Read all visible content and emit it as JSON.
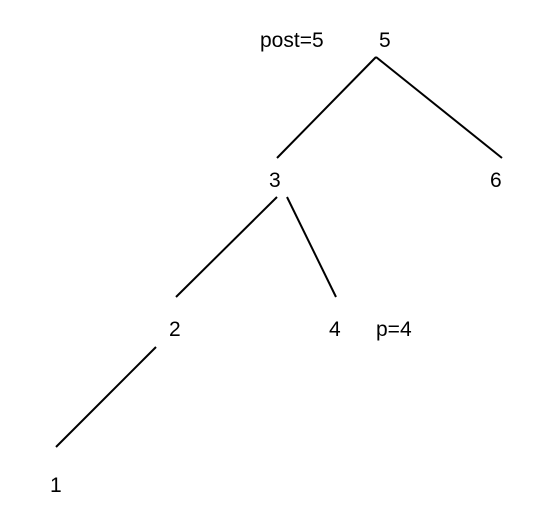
{
  "colors": {
    "background": "#ffffff",
    "ink": "#000000"
  },
  "nodes": [
    {
      "id": "n5",
      "label": "5"
    },
    {
      "id": "n3",
      "label": "3"
    },
    {
      "id": "n6",
      "label": "6"
    },
    {
      "id": "n2",
      "label": "2"
    },
    {
      "id": "n4",
      "label": "4"
    },
    {
      "id": "n1",
      "label": "1"
    }
  ],
  "edges": [
    {
      "from": "5",
      "to": "3"
    },
    {
      "from": "5",
      "to": "6"
    },
    {
      "from": "3",
      "to": "2"
    },
    {
      "from": "3",
      "to": "4"
    },
    {
      "from": "2",
      "to": "1"
    }
  ],
  "annotations": [
    {
      "id": "post",
      "text": "post=5"
    },
    {
      "id": "p",
      "text": "p=4"
    }
  ]
}
